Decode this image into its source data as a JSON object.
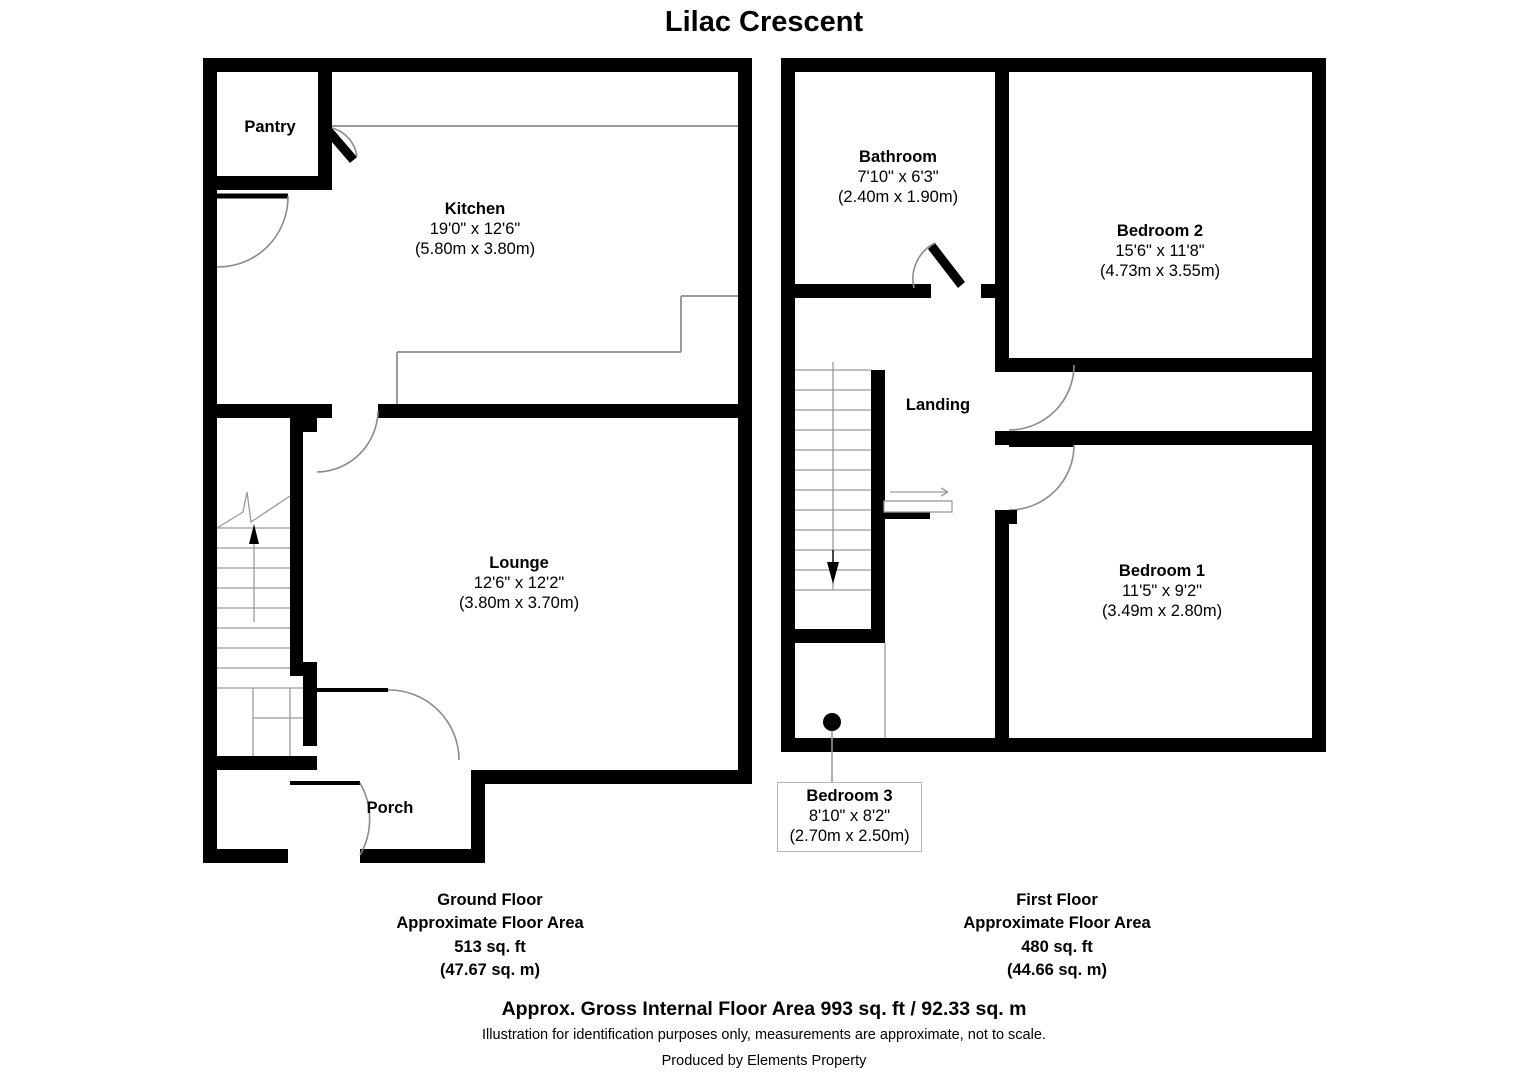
{
  "title": "Lilac Crescent",
  "floors": [
    {
      "id": "ground",
      "name": "Ground Floor",
      "area_label": "Approximate Floor Area",
      "area_sqft": "513 sq. ft",
      "area_sqm": "(47.67 sq. m)",
      "rooms": [
        {
          "id": "pantry",
          "name": "Pantry",
          "dim_ft": "",
          "dim_m": ""
        },
        {
          "id": "kitchen",
          "name": "Kitchen",
          "dim_ft": "19'0\" x 12'6\"",
          "dim_m": "(5.80m x 3.80m)"
        },
        {
          "id": "lounge",
          "name": "Lounge",
          "dim_ft": "12'6\" x 12'2\"",
          "dim_m": "(3.80m x 3.70m)"
        },
        {
          "id": "porch",
          "name": "Porch",
          "dim_ft": "",
          "dim_m": ""
        }
      ]
    },
    {
      "id": "first",
      "name": "First Floor",
      "area_label": "Approximate Floor Area",
      "area_sqft": "480 sq. ft",
      "area_sqm": "(44.66 sq. m)",
      "rooms": [
        {
          "id": "bathroom",
          "name": "Bathroom",
          "dim_ft": "7'10\" x 6'3\"",
          "dim_m": "(2.40m x 1.90m)"
        },
        {
          "id": "bedroom2",
          "name": "Bedroom 2",
          "dim_ft": "15'6\" x 11'8\"",
          "dim_m": "(4.73m x 3.55m)"
        },
        {
          "id": "landing",
          "name": "Landing",
          "dim_ft": "",
          "dim_m": ""
        },
        {
          "id": "bedroom1",
          "name": "Bedroom 1",
          "dim_ft": "11'5\" x 9'2\"",
          "dim_m": "(3.49m x 2.80m)"
        },
        {
          "id": "bedroom3",
          "name": "Bedroom 3",
          "dim_ft": "8'10\" x 8'2\"",
          "dim_m": "(2.70m x 2.50m)"
        }
      ]
    }
  ],
  "summary": {
    "gross_area": "Approx. Gross Internal Floor Area 993 sq. ft / 92.33 sq. m",
    "disclaimer": "Illustration for identification purposes only, measurements are approximate, not to scale.",
    "producer": "Produced by Elements Property"
  },
  "colors": {
    "wall": "#000000",
    "fixture_line": "#9a9a9a",
    "door_swing": "#8a8a8a",
    "background": "#ffffff",
    "callout_border": "#b9b9b9"
  }
}
